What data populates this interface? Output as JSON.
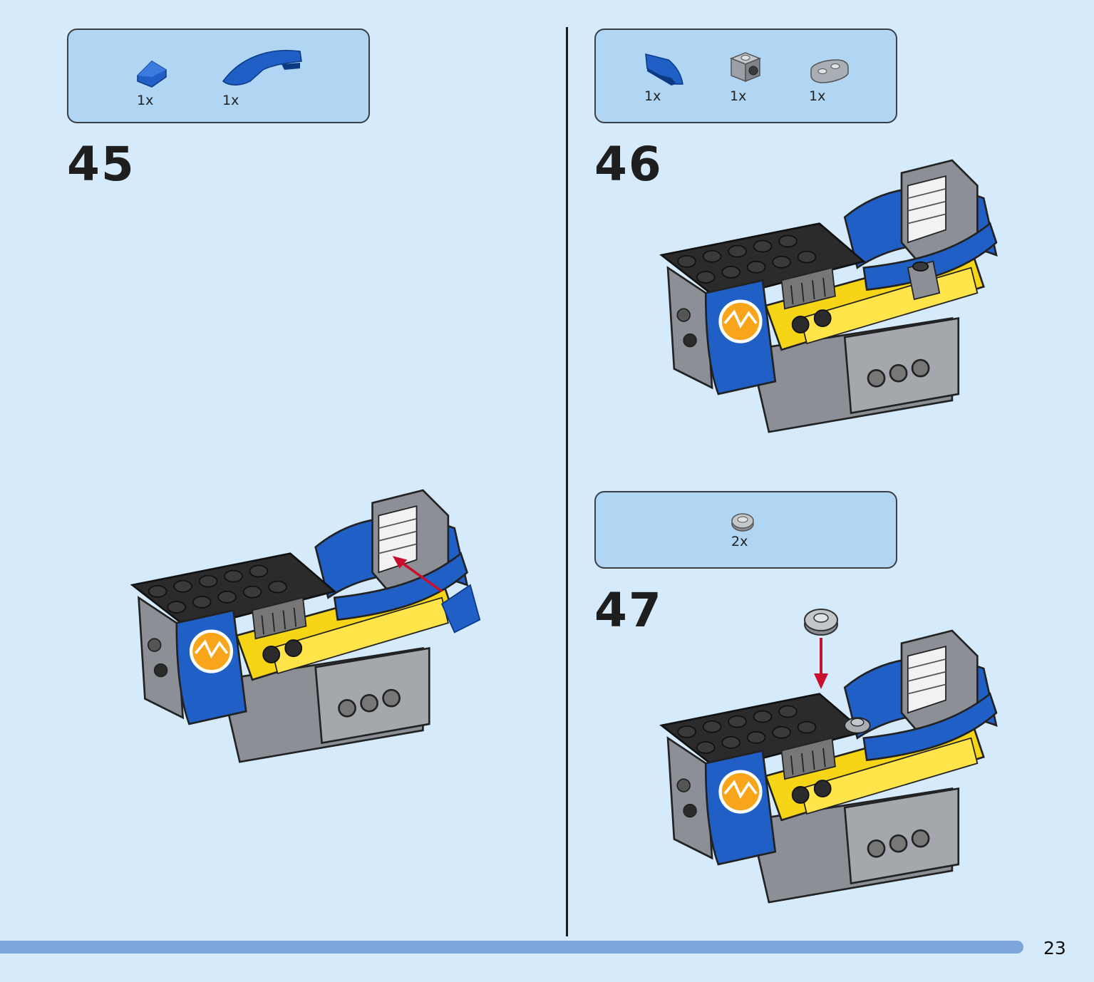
{
  "steps": [
    {
      "number": "45",
      "parts": [
        {
          "qty": "1x",
          "icon": "blue-slope-brick-icon",
          "color": "#1f5fc6"
        },
        {
          "qty": "1x",
          "icon": "blue-curved-slope-icon",
          "color": "#1f5fc6"
        }
      ]
    },
    {
      "number": "46",
      "parts": [
        {
          "qty": "1x",
          "icon": "blue-wedge-tile-icon",
          "color": "#1f5fc6"
        },
        {
          "qty": "1x",
          "icon": "grey-bracket-brick-icon",
          "color": "#9aa0a6"
        },
        {
          "qty": "1x",
          "icon": "grey-jumper-plate-icon",
          "color": "#a8aeb4"
        }
      ]
    },
    {
      "number": "47",
      "parts": [
        {
          "qty": "2x",
          "icon": "grey-round-tile-icon",
          "color": "#a8aeb4"
        }
      ]
    }
  ],
  "page": {
    "number": "23"
  },
  "colors": {
    "background": "#d5ebfb",
    "parts_box": "#b1d6f3",
    "brick_blue": "#1f5fc6",
    "brick_yellow": "#f5d515",
    "brick_black": "#2b2b2b",
    "brick_grey": "#9aa0a6",
    "arrow_red": "#c8102e",
    "footer_bar": "#7fa6dc"
  }
}
